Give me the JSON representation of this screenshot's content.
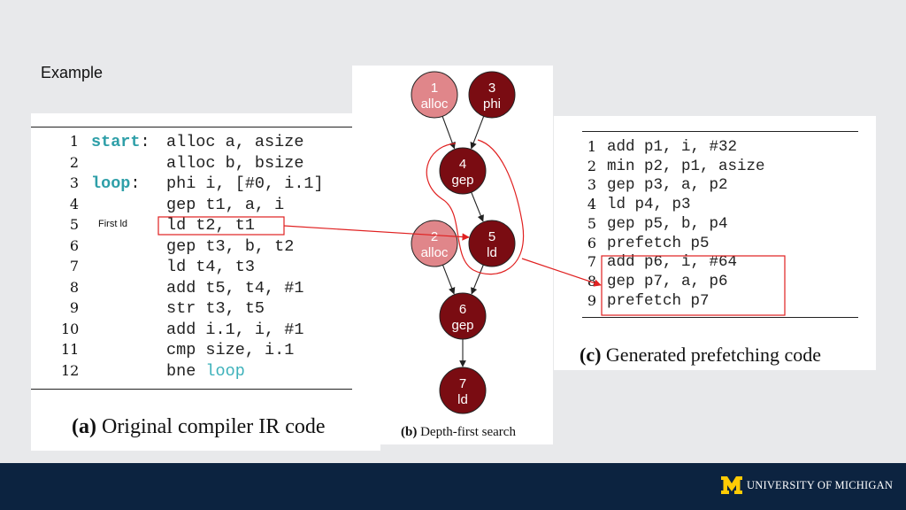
{
  "slide": {
    "title": "Example"
  },
  "panel_a": {
    "lines": [
      {
        "n": "1",
        "label": "start:",
        "code": "alloc a, asize"
      },
      {
        "n": "2",
        "label": "",
        "code": "alloc b, bsize"
      },
      {
        "n": "3",
        "label": "loop:",
        "code": "phi i, [#0, i.1]"
      },
      {
        "n": "4",
        "label": "",
        "code": "gep t1, a, i"
      },
      {
        "n": "5",
        "label": "",
        "code": "ld t2, t1"
      },
      {
        "n": "6",
        "label": "",
        "code": "gep t3, b, t2"
      },
      {
        "n": "7",
        "label": "",
        "code": "ld t4, t3"
      },
      {
        "n": "8",
        "label": "",
        "code": "add t5, t4, #1"
      },
      {
        "n": "9",
        "label": "",
        "code": "str t3, t5"
      },
      {
        "n": "10",
        "label": "",
        "code": "add i.1, i, #1"
      },
      {
        "n": "11",
        "label": "",
        "code": "cmp size, i.1"
      },
      {
        "n": "12",
        "label": "",
        "code": "bne ",
        "code_kw": "loop"
      }
    ],
    "caption_tag": "(a)",
    "caption_text": " Original compiler IR code",
    "annotation": "First ld"
  },
  "panel_b": {
    "nodes": [
      {
        "id": "1",
        "op": "alloc",
        "style": "light"
      },
      {
        "id": "3",
        "op": "phi",
        "style": "dark"
      },
      {
        "id": "4",
        "op": "gep",
        "style": "dark"
      },
      {
        "id": "2",
        "op": "alloc",
        "style": "light"
      },
      {
        "id": "5",
        "op": "ld",
        "style": "dark"
      },
      {
        "id": "6",
        "op": "gep",
        "style": "dark"
      },
      {
        "id": "7",
        "op": "ld",
        "style": "dark"
      }
    ],
    "caption_tag": "(b)",
    "caption_text": " Depth-first search"
  },
  "panel_c": {
    "lines": [
      {
        "n": "1",
        "code": "add p1, i, #32"
      },
      {
        "n": "2",
        "code": "min p2, p1, asize"
      },
      {
        "n": "3",
        "code": "gep p3, a, p2"
      },
      {
        "n": "4",
        "code": "ld p4, p3"
      },
      {
        "n": "5",
        "code": "gep p5, b, p4"
      },
      {
        "n": "6",
        "code": "prefetch p5"
      },
      {
        "n": "7",
        "code": "add p6, i, #64"
      },
      {
        "n": "8",
        "code": "gep p7, a, p6"
      },
      {
        "n": "9",
        "code": "prefetch p7"
      }
    ],
    "caption_tag": "(c)",
    "caption_text": " Generated prefetching code"
  },
  "footer": {
    "logo_mark": "M",
    "university": "UNIVERSITY OF MICHIGAN"
  },
  "colors": {
    "dark_node": "#7a0c12",
    "light_node": "#e0868a",
    "annotation": "#e02020",
    "footer_bg": "#0c2340",
    "maize": "#ffcb05"
  }
}
